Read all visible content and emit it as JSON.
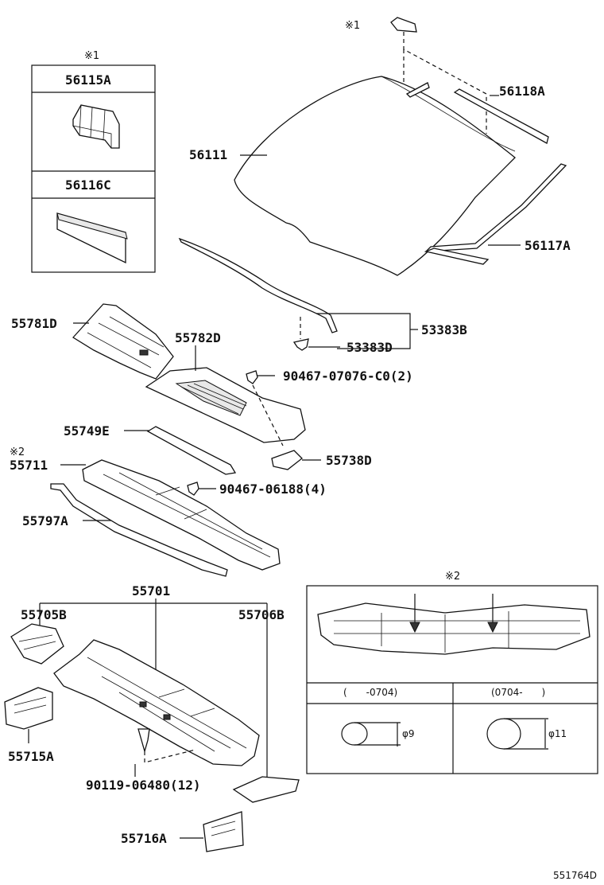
{
  "note_mark_1": "※1",
  "note_mark_2": "※2",
  "inset1": {
    "part_a": "56115A",
    "part_b": "56116C"
  },
  "inset2": {
    "col_left_header": "(　　-0704)",
    "col_right_header": "(0704-　　)",
    "hole_left": "φ9",
    "hole_right": "φ11"
  },
  "parts": {
    "p56111": "56111",
    "p56118A": "56118A",
    "p56117A": "56117A",
    "p53383B": "53383B",
    "p53383D": "53383D",
    "p55781D": "55781D",
    "p55782D": "55782D",
    "p90467_07076": "90467-07076-C0(2)",
    "p55749E": "55749E",
    "p55711": "55711",
    "p55738D": "55738D",
    "p90467_06188": "90467-06188(4)",
    "p55797A": "55797A",
    "p55701": "55701",
    "p55705B": "55705B",
    "p55706B": "55706B",
    "p55715A": "55715A",
    "p90119_06480": "90119-06480(12)",
    "p55716A": "55716A"
  },
  "diagram_id": "551764D"
}
